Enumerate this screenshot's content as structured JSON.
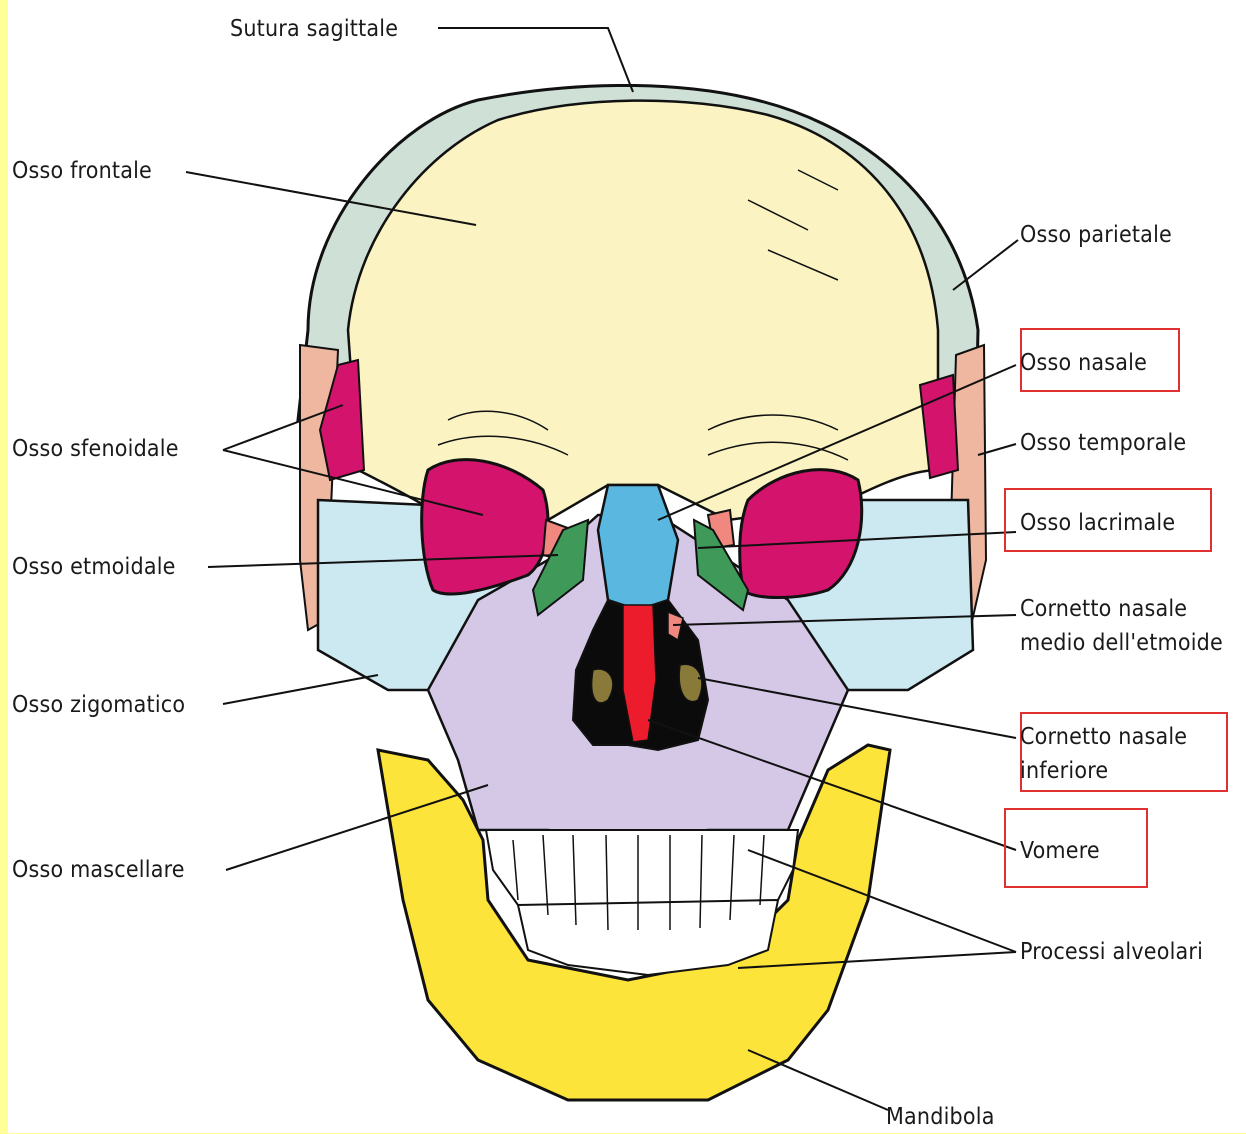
{
  "labels": {
    "sutura_sagittale": "Sutura sagittale",
    "osso_frontale": "Osso frontale",
    "osso_parietale": "Osso parietale",
    "osso_nasale": "Osso nasale",
    "osso_sfenoidale": "Osso sfenoidale",
    "osso_temporale": "Osso temporale",
    "osso_lacrimale": "Osso lacrimale",
    "osso_etmoidale": "Osso etmoidale",
    "cornetto_medio_l1": "Cornetto nasale",
    "cornetto_medio_l2": "medio dell'etmoide",
    "osso_zigomatico": "Osso zigomatico",
    "cornetto_inferiore_l1": "Cornetto nasale",
    "cornetto_inferiore_l2": "inferiore",
    "vomere": "Vomere",
    "osso_mascellare": "Osso mascellare",
    "processi_alveolari": "Processi alveolari",
    "mandibola": "Mandibola"
  },
  "highlighted": [
    "Osso nasale",
    "Osso lacrimale",
    "Cornetto nasale inferiore",
    "Vomere"
  ],
  "colors": {
    "background_border": "#ffff99",
    "frontal": "#fbf3c1",
    "parietal": "#cfe0d6",
    "sphenoid": "#d4136d",
    "temporal": "#efb7a0",
    "zygomatic_ethmoid": "#cce9f1",
    "maxilla": "#d5c8e6",
    "nasal": "#5ab8e0",
    "lacrimal": "#f08880",
    "turbinate": "#3f9a5a",
    "vomer": "#ec1c2c",
    "mandible": "#fde43a",
    "teeth": "#ffffff",
    "highlight_box": "#e03030"
  }
}
